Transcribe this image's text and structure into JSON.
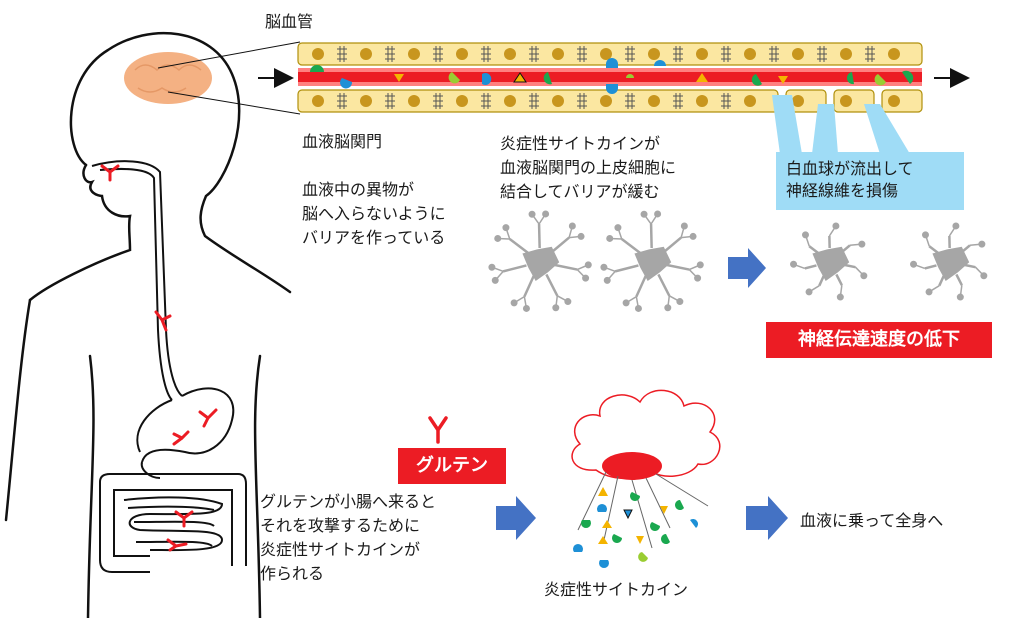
{
  "labels": {
    "bbb_vessel": "脳血管",
    "bbb_gate": "血液脳関門",
    "bbb_desc": "血液中の異物が\n脳へ入らないように\nバリアを作っている",
    "cytokine_effect": "炎症性サイトカインが\n血液脳関門の上皮細胞に\n結合してバリアが緩む",
    "wbc_leak": "白血球が流出して\n神経線維を損傷",
    "nerve_slowdown": "神経伝達速度の低下",
    "gluten": "グルテン",
    "gluten_attack": "グルテンが小腸へ来ると\nそれを攻撃するために\n炎症性サイトカインが\n作られる",
    "cytokine": "炎症性サイトカイン",
    "bloodstream": "血液に乗って全身へ"
  },
  "colors": {
    "alert_red": "#ec1c24",
    "arrow_blue": "#4472c4",
    "callout_blue": "#9fdcf6",
    "cell_fill": "#fbe7a1",
    "nucleus": "#c8961e",
    "brain": "#f4b183",
    "neuron": "#a6a6a6"
  },
  "icons": {
    "antibody": "antibody-icon",
    "flow_arrow": "right-arrow-icon",
    "process_arrow": "block-arrow-icon"
  }
}
